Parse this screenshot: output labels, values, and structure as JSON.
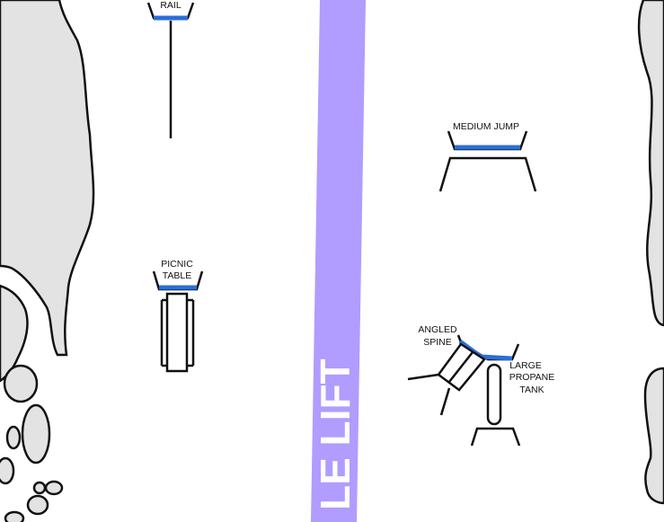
{
  "lift": {
    "label": "LE LIFT",
    "color": "#b19cff"
  },
  "features": {
    "rail": {
      "label": "RAIL"
    },
    "picnic_table": {
      "label_lines": [
        "PICNIC",
        "TABLE"
      ]
    },
    "medium_jump": {
      "label": "MEDIUM JUMP"
    },
    "angled_spine": {
      "label_lines": [
        "ANGLED",
        "SPINE"
      ]
    },
    "large_propane_tank": {
      "label_lines": [
        "LARGE",
        "PROPANE",
        "TANK"
      ]
    }
  },
  "colors": {
    "terrain": "#e3e3e3",
    "lip": "#2a6fd6",
    "outline": "#111111"
  }
}
